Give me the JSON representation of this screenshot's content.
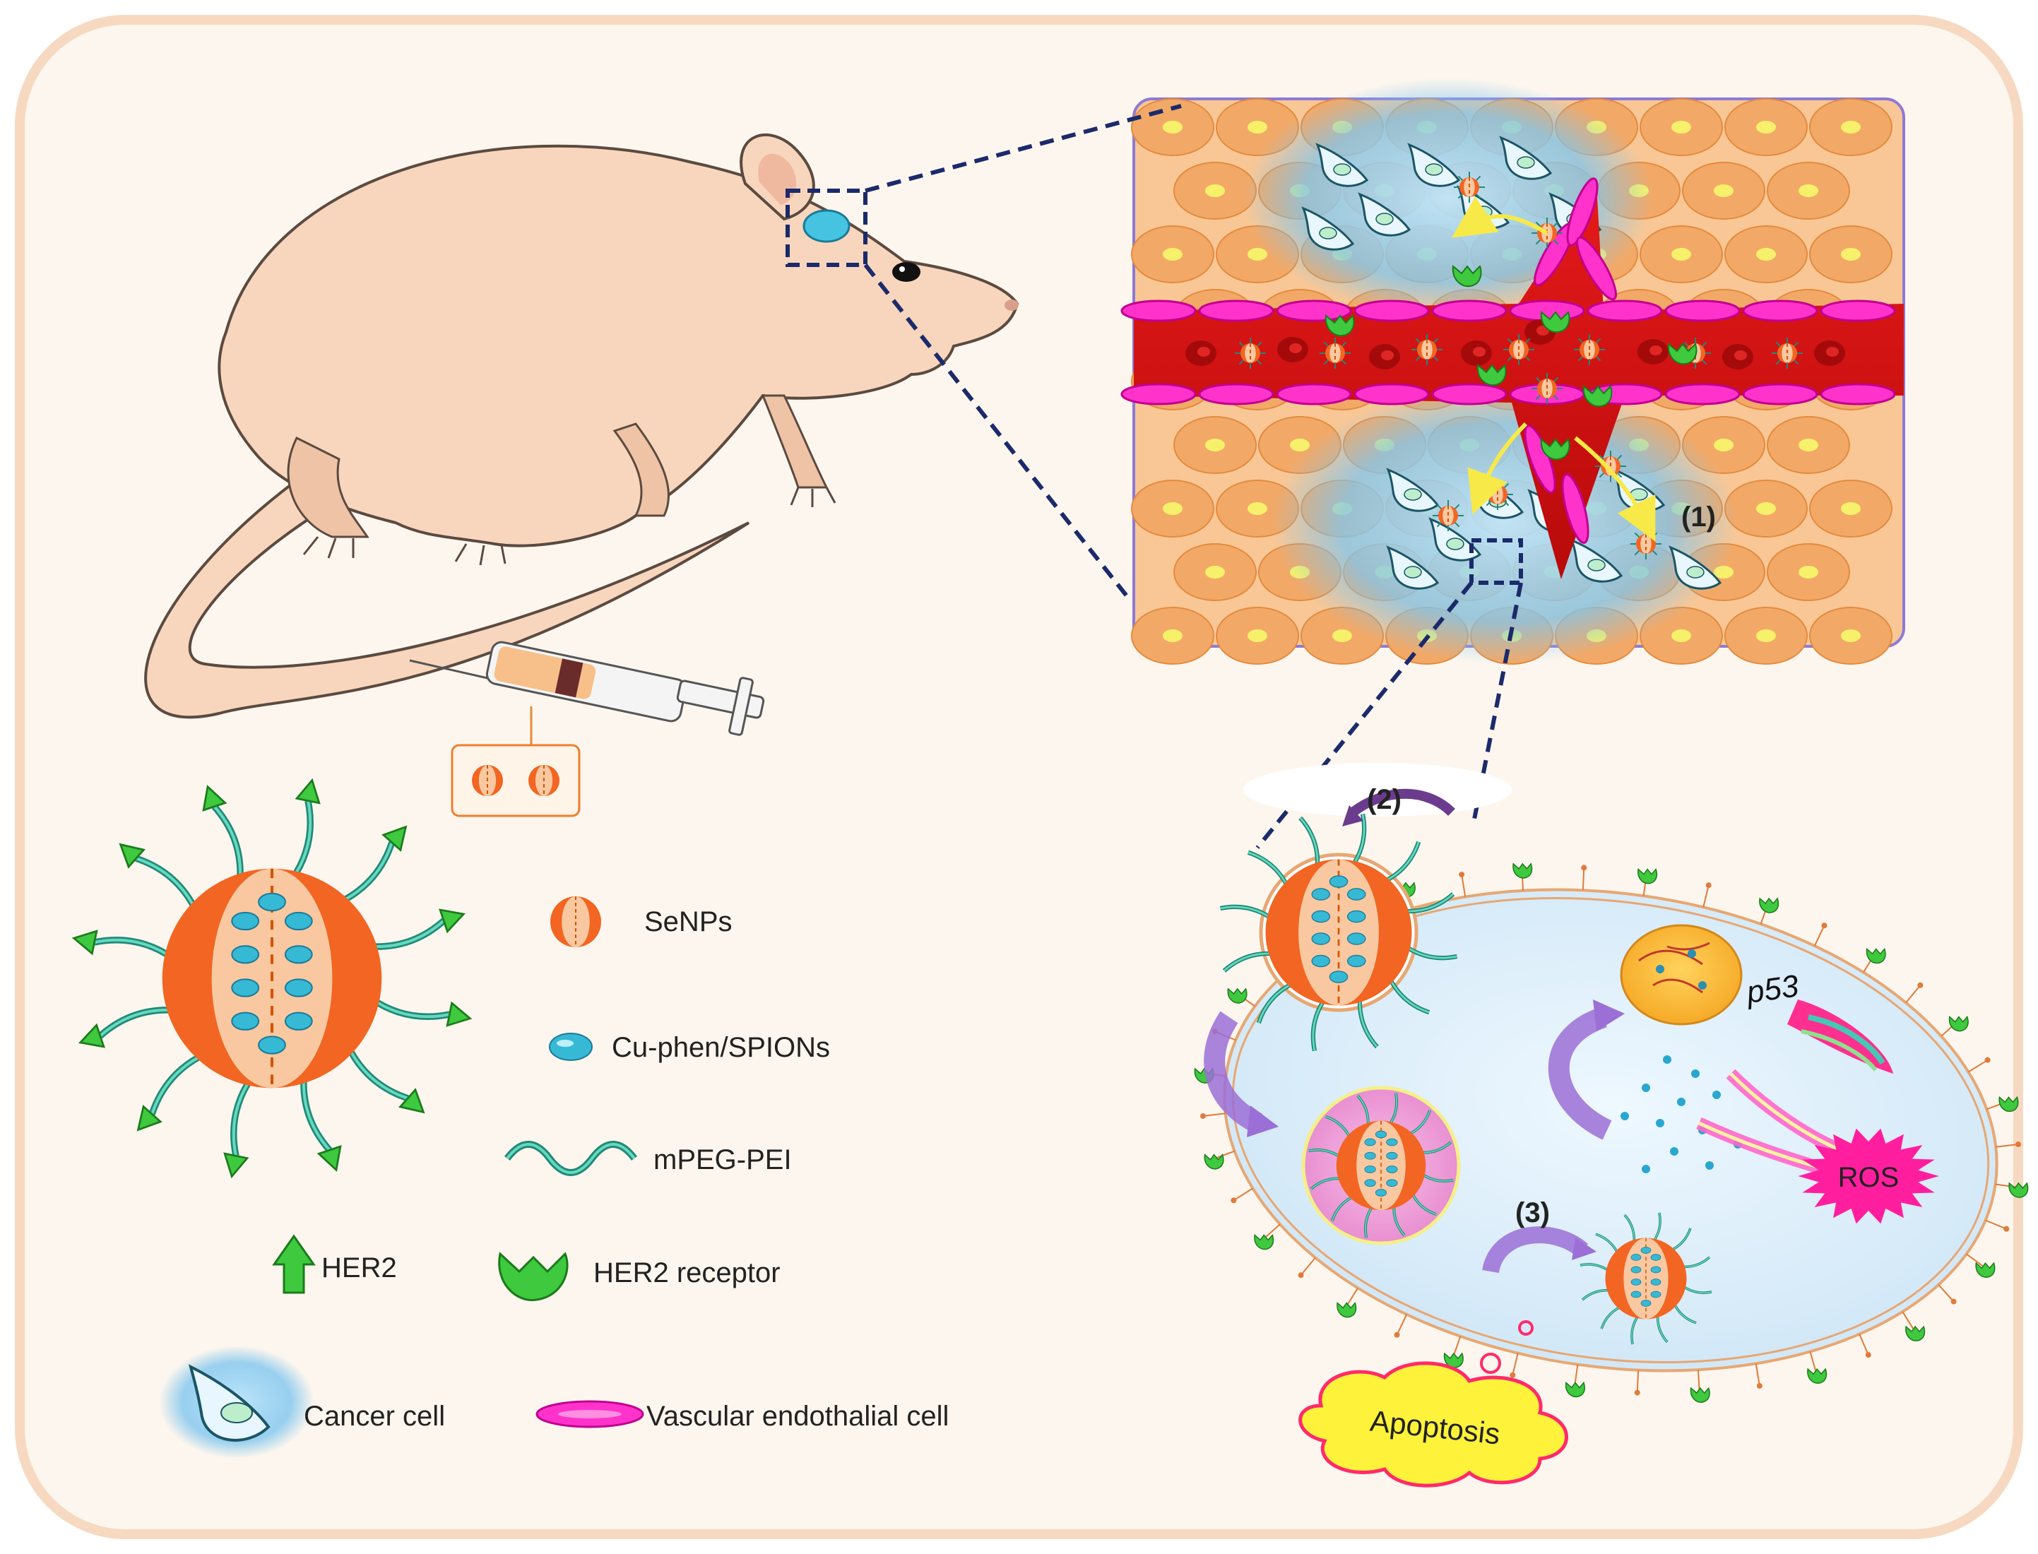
{
  "legend": {
    "senps": "SeNPs",
    "cu_phen": "Cu-phen/SPIONs",
    "mpeg_pei": "mPEG-PEI",
    "her2": "HER2",
    "her2_receptor": "HER2 receptor",
    "cancer_cell": "Cancer cell",
    "vascular_cell": "Vascular endothalial cell"
  },
  "steps": {
    "step1": "(1)",
    "step2": "(2)",
    "step3": "(3)"
  },
  "labels": {
    "p53": "p53",
    "ros": "ROS",
    "apoptosis": "Apoptosis"
  },
  "colors": {
    "background": "#fdf6ee",
    "frame": "#f6d9c0",
    "skin": "#f8d6bd",
    "skin_outline": "#5b4a40",
    "blood": "#d90e10",
    "endothelial": "#ff33cc",
    "tissue": "#f2b884",
    "nucleus_yellow": "#f7f06a",
    "cancer_glow": "#7fc6ef",
    "senp_orange": "#f26522",
    "senp_core": "#f9c8a0",
    "cu_phen": "#36b9d4",
    "her2_green": "#3ec93e",
    "cell_fill": "#dfeffa",
    "ros_pink": "#ff1f9e",
    "apoptosis_yellow": "#fff23a",
    "dashed_line": "#1b2a6b",
    "purple_arrow": "#9b6fd6"
  }
}
